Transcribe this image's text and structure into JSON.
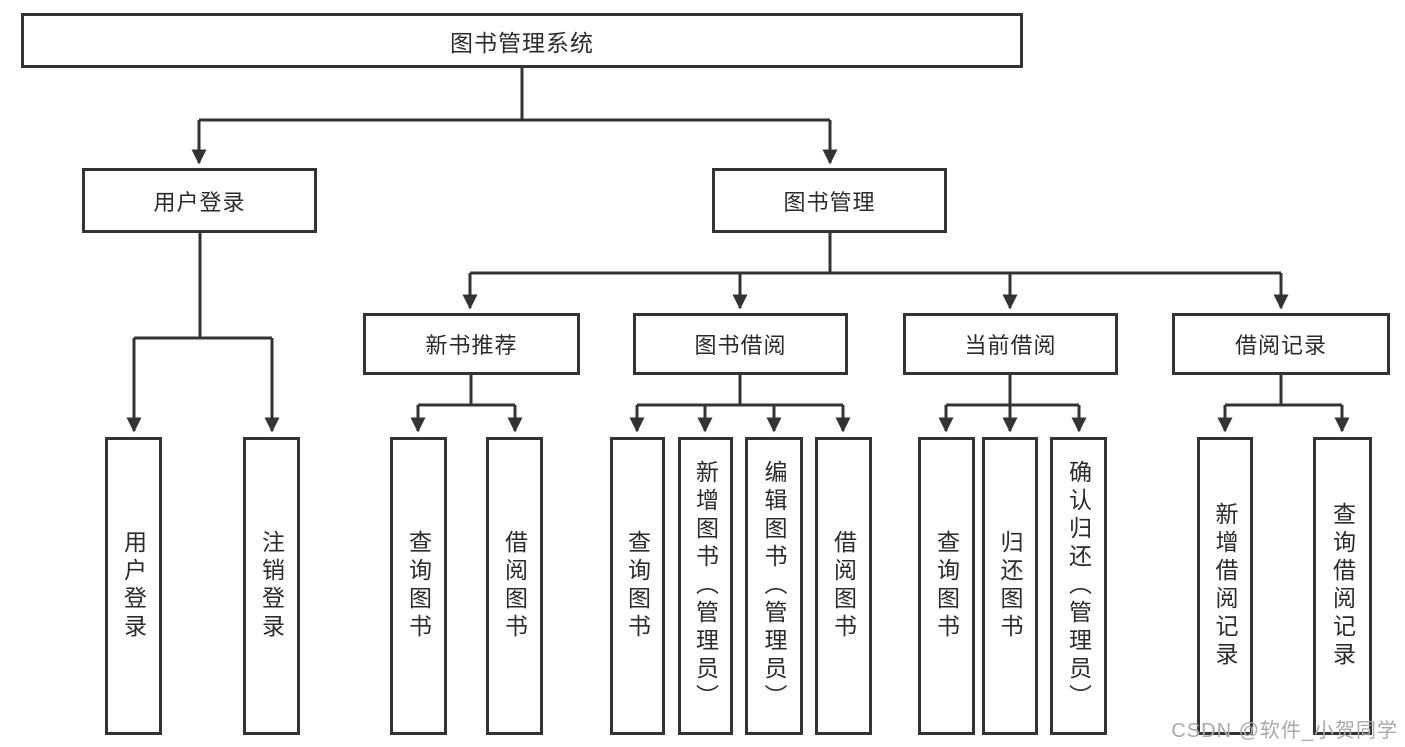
{
  "diagram": {
    "title": "图书管理系统",
    "nodes": {
      "root": {
        "label": "图书管理系统"
      },
      "login": {
        "label": "用户登录"
      },
      "mgmt": {
        "label": "图书管理"
      },
      "newbook": {
        "label": "新书推荐"
      },
      "borrow": {
        "label": "图书借阅"
      },
      "current": {
        "label": "当前借阅"
      },
      "records": {
        "label": "借阅记录"
      },
      "login_user": {
        "label": "用户登录"
      },
      "login_logout": {
        "label": "注销登录"
      },
      "newbook_query": {
        "label": "查询图书"
      },
      "newbook_borrow": {
        "label": "借阅图书"
      },
      "borrow_query": {
        "label": "查询图书"
      },
      "borrow_add": {
        "label": "新增图书（管理员）"
      },
      "borrow_edit": {
        "label": "编辑图书（管理员）"
      },
      "borrow_lend": {
        "label": "借阅图书"
      },
      "current_query": {
        "label": "查询图书"
      },
      "current_return": {
        "label": "归还图书"
      },
      "current_confirm": {
        "label": "确认归还（管理员）"
      },
      "records_add": {
        "label": "新增借阅记录"
      },
      "records_query": {
        "label": "查询借阅记录"
      }
    },
    "edges": [
      [
        "root",
        "login"
      ],
      [
        "root",
        "mgmt"
      ],
      [
        "login",
        "login_user"
      ],
      [
        "login",
        "login_logout"
      ],
      [
        "mgmt",
        "newbook"
      ],
      [
        "mgmt",
        "borrow"
      ],
      [
        "mgmt",
        "current"
      ],
      [
        "mgmt",
        "records"
      ],
      [
        "newbook",
        "newbook_query"
      ],
      [
        "newbook",
        "newbook_borrow"
      ],
      [
        "borrow",
        "borrow_query"
      ],
      [
        "borrow",
        "borrow_add"
      ],
      [
        "borrow",
        "borrow_edit"
      ],
      [
        "borrow",
        "borrow_lend"
      ],
      [
        "current",
        "current_query"
      ],
      [
        "current",
        "current_return"
      ],
      [
        "current",
        "current_confirm"
      ],
      [
        "records",
        "records_add"
      ],
      [
        "records",
        "records_query"
      ]
    ],
    "watermark": "CSDN @软件_小贺同学",
    "colors": {
      "line": "#333333",
      "text": "#2b2b2b",
      "watermark": "#a9a9a9",
      "background": "#ffffff"
    }
  }
}
